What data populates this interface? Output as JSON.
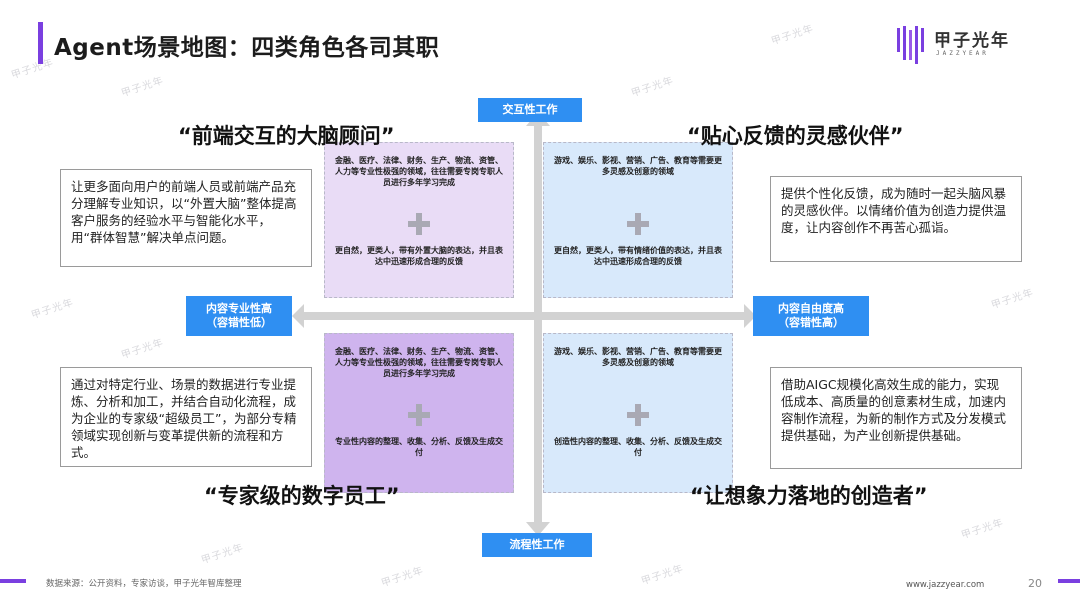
{
  "header": {
    "title": "Agent场景地图：四类角色各司其职",
    "accent_color": "#7a3fe0"
  },
  "logo": {
    "name": "甲子光年",
    "sub": "JAZZYEAR",
    "icon": "jazzyear-logo-icon"
  },
  "watermark_text": "甲子光年",
  "axes": {
    "top": "交互性工作",
    "bottom": "流程性工作",
    "left": [
      "内容专业性高",
      "（容错性低）"
    ],
    "right": [
      "内容自由度高",
      "（容错性高）"
    ],
    "label_color": "#2f8ff2"
  },
  "quadrants": {
    "top_left": {
      "heading": "“前端交互的大脑顾问”",
      "upper": "金融、医疗、法律、财务、生产、物流、资管、人力等专业性极强的领域，往往需要专岗专职人员进行多年学习完成",
      "lower": "更自然，更类人，带有外置大脑的表达，并且表达中迅速形成合理的反馈",
      "desc": "让更多面向用户的前端人员或前端产品充分理解专业知识，以“外置大脑”整体提高客户服务的经验水平与智能化水平，用“群体智慧”解决单点问题。"
    },
    "top_right": {
      "heading": "“贴心反馈的灵感伙伴”",
      "upper": "游戏、娱乐、影视、营销、广告、教育等需要更多灵感及创意的领域",
      "lower": "更自然，更类人，带有情绪价值的表达，并且表达中迅速形成合理的反馈",
      "desc": "提供个性化反馈，成为随时一起头脑风暴的灵感伙伴。以情绪价值为创造力提供温度，让内容创作不再苦心孤诣。"
    },
    "bottom_left": {
      "heading": "“专家级的数字员工”",
      "upper": "金融、医疗、法律、财务、生产、物流、资管、人力等专业性极强的领域，往往需要专岗专职人员进行多年学习完成",
      "lower": "专业性内容的整理、收集、分析、反馈及生成交付",
      "desc": "通过对特定行业、场景的数据进行专业提炼、分析和加工，并结合自动化流程，成为企业的专家级“超级员工”，为部分专精领域实现创新与变革提供新的流程和方式。"
    },
    "bottom_right": {
      "heading": "“让想象力落地的创造者”",
      "upper": "游戏、娱乐、影视、营销、广告、教育等需要更多灵感及创意的领域",
      "lower": "创造性内容的整理、收集、分析、反馈及生成交付",
      "desc": "借助AIGC规模化高效生成的能力，实现低成本、高质量的创意素材生成，加速内容制作流程，为新的制作方式及分发模式提供基础，为产业创新提供基础。"
    }
  },
  "footer": {
    "source": "数据来源：公开资料，专家访谈，甲子光年智库整理",
    "site": "www.jazzyear.com",
    "page": "20"
  }
}
